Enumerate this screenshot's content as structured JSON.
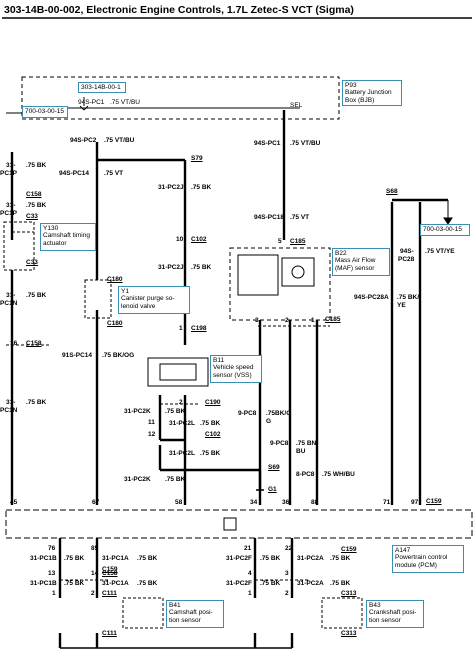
{
  "title": "303-14B-00-002, Electronic Engine Controls, 1.7L Zetec-S VCT (Sigma)",
  "bjb": {
    "ref_box": "303-14B-00-1",
    "ref_left": "700-03-00-15",
    "label": "P93\nBattery Junction\nBox (BJB)",
    "wire": "94S-PC1",
    "wire_spec": ".75 VT/BU",
    "tag": "SEL"
  },
  "ref_right": "700-03-00-15",
  "components": {
    "y130": "Y130\nCamshaft timing\nactuator",
    "y1": "Y1\nCanister purge so-\nlenoid valve",
    "b11": "B11\nVehicle speed\nsensor (VSS)",
    "b22": "B22\nMass Air Flow\n(MAF) sensor",
    "a147": "A147\nPowertrain control\nmodule (PCM)",
    "b41": "B41\nCamshaft posi-\ntion sensor",
    "b43": "B43\nCrankshaft posi-\ntion sensor"
  },
  "connectors": {
    "c158a": "C158",
    "c33a": "C33",
    "c33b": "C33",
    "c158b": "C158",
    "c180a": "C180",
    "c180b": "C180",
    "s79": "S79",
    "c102a": "C102",
    "c198": "C198",
    "c190": "C190",
    "c102b": "C102",
    "s69": "S69",
    "g1": "G1",
    "c185a": "C185",
    "c185b": "C185",
    "s68": "S68",
    "c159a": "C159",
    "c159b": "C159",
    "c158c": "C158",
    "c111a": "C111",
    "c111b": "C111",
    "c159c": "C159",
    "c313a": "C313",
    "c313b": "C313"
  },
  "wires": {
    "w1": "94S-PC2",
    "w1s": ".75 VT/BU",
    "w2": "94S-PC14",
    "w2s": ".75 VT",
    "w3": "31-",
    "w3b": "PC1P",
    "w3s": ".75 BK",
    "w3c": "31-",
    "w3d": "PC1P",
    "w3e": ".75 BK",
    "w4": "31-PC2J",
    "w4s": ".75 BK",
    "w4b": "31-PC2J",
    "w4c": ".75 BK",
    "w5": "94S-PC18",
    "w5s": ".75 VT",
    "w6": "94S-PC1",
    "w6s": ".75 VT/BU",
    "w7": "31-",
    "w7b": "PC1N",
    "w7s": ".75 BK",
    "w7c": "31-",
    "w7d": "PC1N",
    "w7e": ".75 BK",
    "w8": "91S-PC14",
    "w8s": ".75 BK/OG",
    "w9": "31-PC2K",
    "w9s": ".75 BK",
    "w10": "31-PC2L",
    "w10s": ".75 BK",
    "w11": "31-PC2L",
    "w11s": ".75 BK",
    "w12": "31-PC2K",
    "w12s": ".75 BK",
    "w13": "9-PC8",
    "w13s": ".75BK/O",
    "w13t": "G",
    "w14": "9-PC8",
    "w14s": ".75 BN/",
    "w14t": "BU",
    "w15": "8-PC8",
    "w15s": ".75 WH/BU",
    "w16": "94S-PC28A",
    "w16s": ".75 BK/",
    "w16t": "YE",
    "w17": "94S-",
    "w17b": "PC28",
    "w17s": ".75 VT/YE",
    "w18": "31-PC1B",
    "w18s": ".75 BK",
    "w19": "31-PC1B",
    "w19s": ".75 BK",
    "w20": "31-PC1A",
    "w20s": ".75 BK",
    "w21": "31-PC1A",
    "w21s": ".75 BK",
    "w22": "31-PC2F",
    "w22s": ".75 BK",
    "w23": "31-PC2F",
    "w23s": ".75 BK",
    "w24": "31-PC2A",
    "w24s": ".75 BK",
    "w25": "31-PC2A",
    "w25s": ".75 BK"
  },
  "pins": {
    "p45": "45",
    "p67": "67",
    "p58": "58",
    "p34": "34",
    "p36": "36",
    "p88": "88",
    "p71": "71",
    "p97": "97",
    "p5": "5",
    "p10": "10",
    "p1": "1",
    "p3": "3",
    "p2": "2",
    "p1b": "1",
    "p16": "16",
    "p11": "11",
    "p12": "12",
    "p2b": "2",
    "p76": "76",
    "p85": "85",
    "p21": "21",
    "p22": "22",
    "p13": "13",
    "p14": "14",
    "p4": "4",
    "p3b": "3",
    "p1c": "1",
    "p2c": "2",
    "p1d": "1",
    "p2d": "2"
  }
}
